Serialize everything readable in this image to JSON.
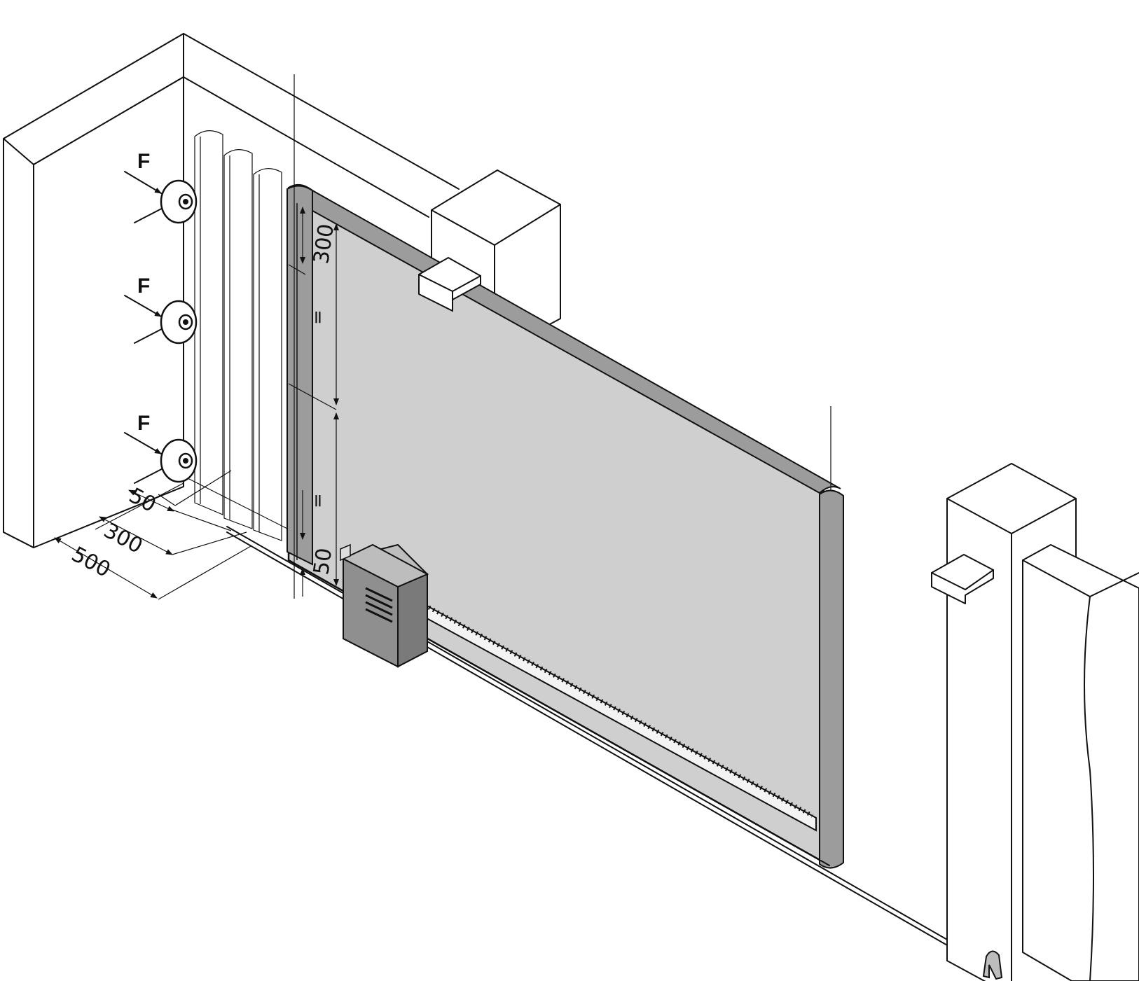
{
  "colors": {
    "line": "#111111",
    "gate_panel": "#cfcfcf",
    "gate_edge": "#9c9c9c",
    "motor_front": "#8f8f8f",
    "motor_side": "#7a7a7a",
    "motor_top": "#bdbdbd",
    "background": "#ffffff"
  },
  "labels": {
    "force_top": "F",
    "force_middle": "F",
    "force_bottom": "F",
    "dim_top_offset": "300",
    "dim_bottom_offset": "50",
    "dim_equal_upper": "=",
    "dim_equal_lower": "=",
    "dim_floor_50": "50",
    "dim_floor_300": "300",
    "dim_floor_500": "500"
  },
  "icons": {
    "anchor": "wall-anchor-bolt-icon",
    "force_arrow": "force-arrow-icon",
    "motor_vent": "vent-grille-icon",
    "roller_guide": "roller-guide-icon"
  }
}
